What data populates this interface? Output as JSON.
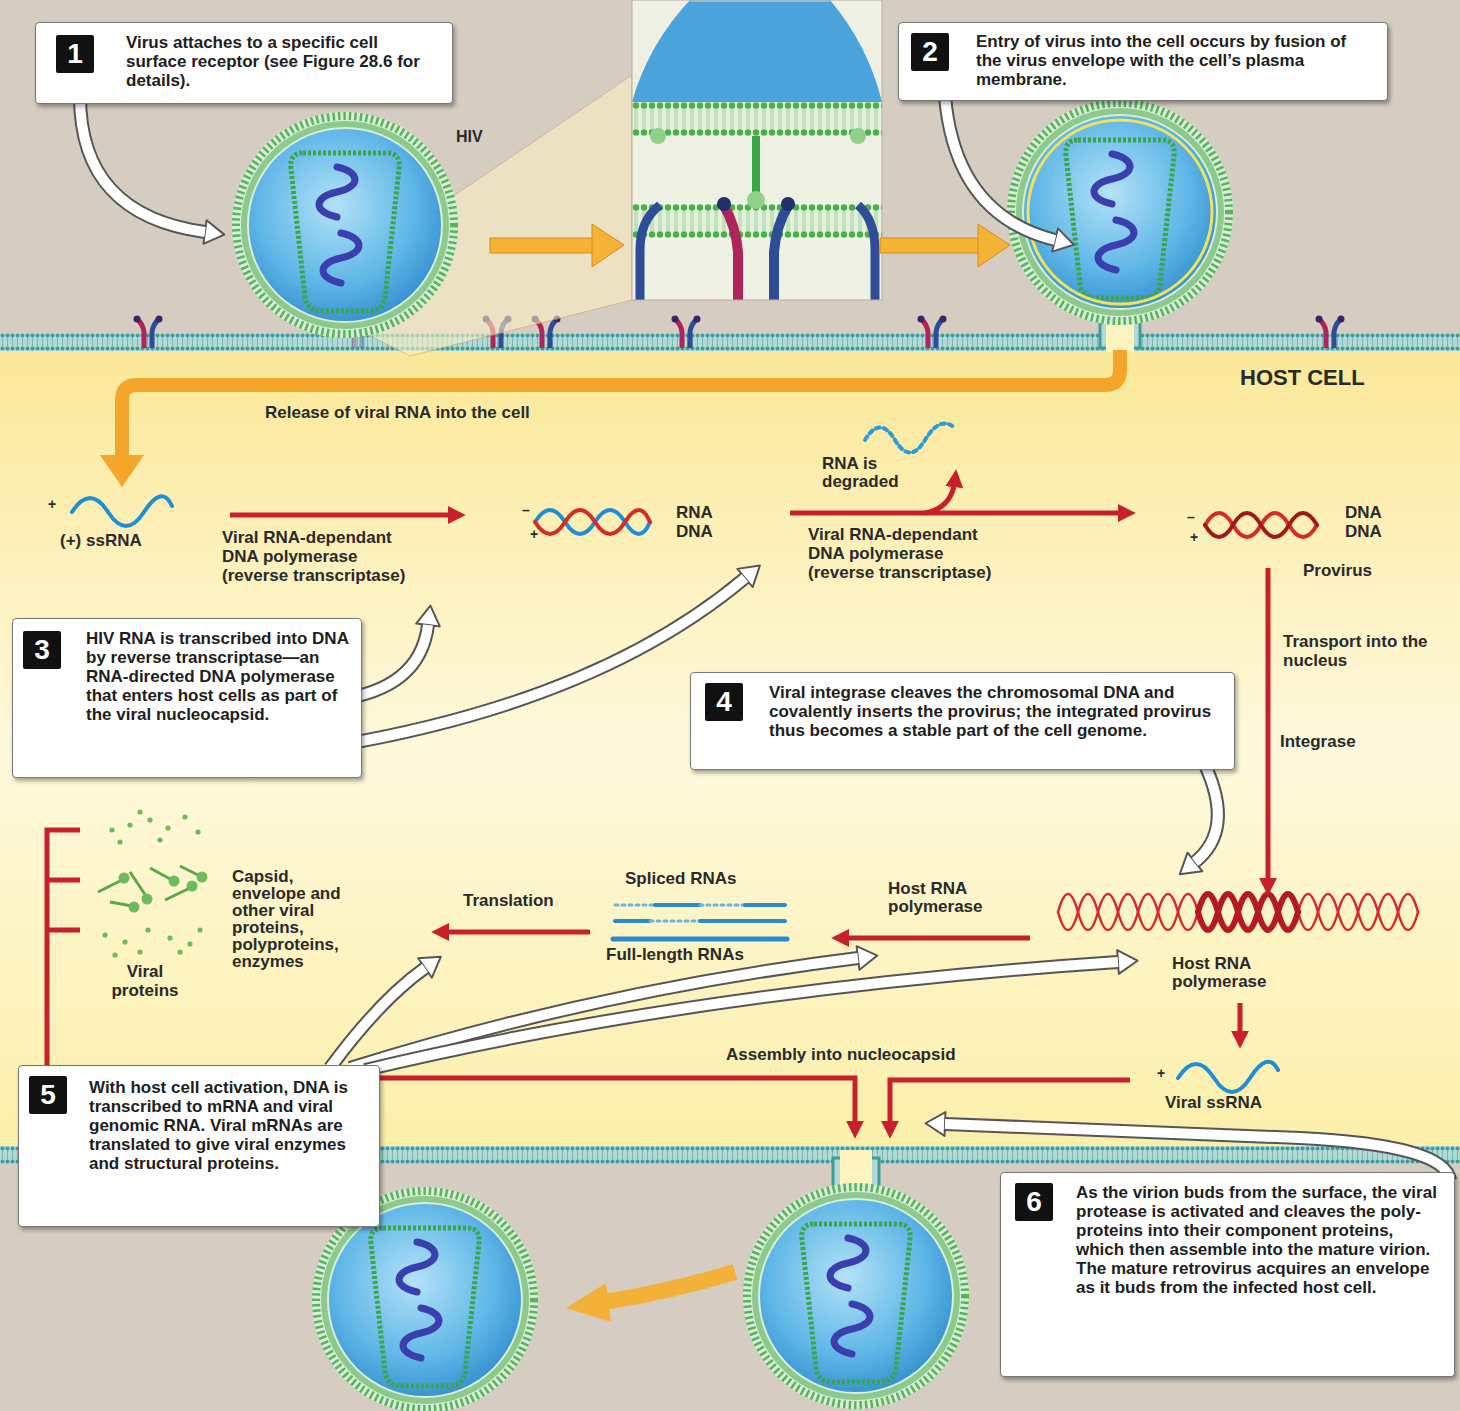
{
  "diagram": {
    "nodes": [
      {
        "text": [
          "Virus attaches to a specific cell surface receptor (see Figure 28.6 for details)."
        ]
      },
      {
        "text": [
          "1"
        ],
        "in": 0
      },
      {
        "text": [
          "Entry of virus into the cell occurs by fusion of the virus envelope with the cell’s plasma membrane."
        ]
      },
      {
        "text": [
          "2"
        ],
        "in": 2
      },
      {
        "text": [
          "HIV RNA is transcribed into DNA by reverse transcriptase—an RNA-directed DNA polymerase that enters host cells as part of the viral nucleocapsid."
        ]
      },
      {
        "text": [
          "3"
        ],
        "in": 4
      },
      {
        "text": [
          "Viral integrase cleaves the chromosomal DNA and covalently inserts the provirus; the integrated provirus thus becomes a stable part of the cell genome."
        ]
      },
      {
        "text": [
          "4"
        ],
        "in": 6
      },
      {
        "text": [
          "With host cell activation, DNA is transcribed to mRNA and viral genomic RNA. Viral mRNAs are translated to give viral enzymes and structural proteins."
        ]
      },
      {
        "text": [
          "5"
        ],
        "in": 8
      },
      {
        "text": [
          "As the virion buds from the surface, the viral protease is activated and cleaves the poly-proteins into their component proteins, which then assemble into the mature virion. The mature retrovirus acquires an envelope as it buds from the infected host cell."
        ]
      },
      {
        "text": [
          "6"
        ],
        "in": 10
      }
    ],
    "labels": [
      "HIV",
      "HOST CELL",
      "Release of viral RNA into the cell",
      "+",
      "(+) ssRNA",
      "Viral RNA-dependant DNA polymerase (reverse transcriptase)",
      "–",
      "+",
      "RNA DNA",
      "RNA is degraded",
      "Viral RNA-dependant DNA polymerase (reverse transcriptase)",
      "–",
      "+",
      "DNA DNA",
      "Provirus",
      "Transport into the nucleus",
      "Integrase",
      "Capsid, envelope and other viral proteins, polyproteins, enzymes",
      "Viral proteins",
      "Translation",
      "Spliced RNAs",
      "Full-length RNAs",
      "Host RNA polymerase",
      "Host RNA polymerase",
      "Assembly into nucleocapsid",
      "+",
      "Viral ssRNA"
    ]
  }
}
